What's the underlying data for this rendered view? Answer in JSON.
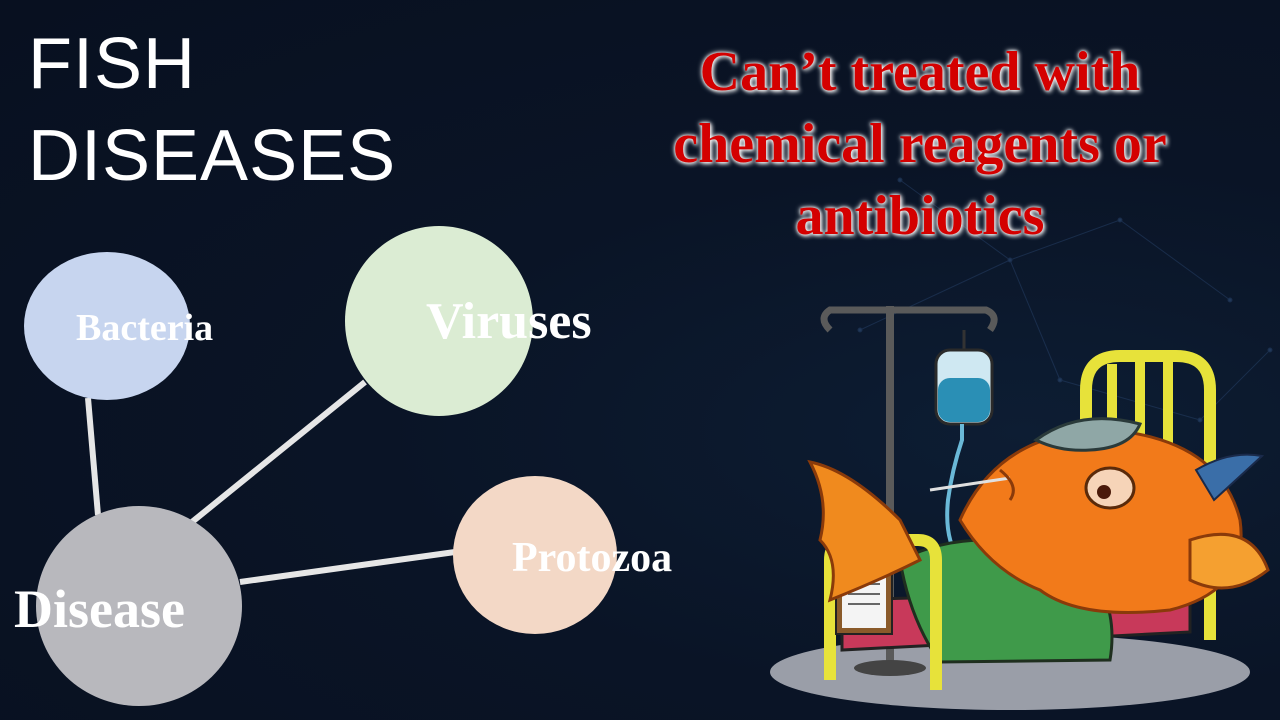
{
  "title": {
    "line1": "FISH",
    "line2": "DISEASES"
  },
  "callout": {
    "line1": "Can’t treated with",
    "line2": "chemical reagents or",
    "line3": "antibiotics"
  },
  "diagram": {
    "nodes": {
      "bacteria": "Bacteria",
      "viruses": "Viruses",
      "disease": "Disease",
      "protozoa": "Protozoa"
    },
    "colors": {
      "bacteria": "#c7d5ef",
      "viruses": "#dbecd3",
      "disease": "#b8b8bd",
      "protozoa": "#f3d8c6",
      "connector": "#e6e6e6",
      "callout_text": "#d40000"
    }
  },
  "illustration": {
    "subject": "sick-fish-in-hospital-bed"
  }
}
